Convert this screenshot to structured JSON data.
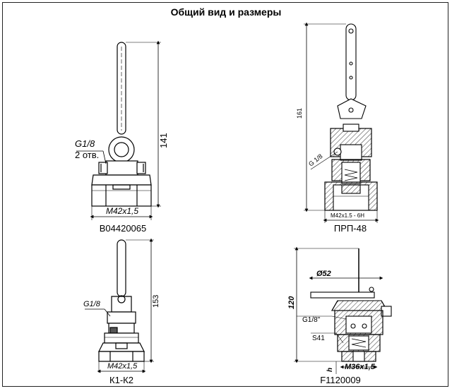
{
  "title": "Общий вид и размеры",
  "panels": {
    "b0442": {
      "caption": "B04420065",
      "thread_label": "G1/8",
      "holes_label": "2 отв.",
      "height_dim": "141",
      "base_dim": "M42x1,5"
    },
    "prp48": {
      "caption": "ПРП-48",
      "thread_label": "G 1/8",
      "height_dim": "161",
      "base_dim": "M42x1.5 - 6H"
    },
    "k1k2": {
      "caption": "К1-К2",
      "thread_label": "G1/8",
      "height_dim": "153",
      "base_dim": "M42x1,5"
    },
    "f1120": {
      "caption": "F1120009",
      "dia_dim": "Ø52",
      "thread_label": "G1/8\"",
      "wrench_label": "S41",
      "height_dim": "120",
      "base_dim": "M36x1,5",
      "h_label": "h"
    }
  }
}
